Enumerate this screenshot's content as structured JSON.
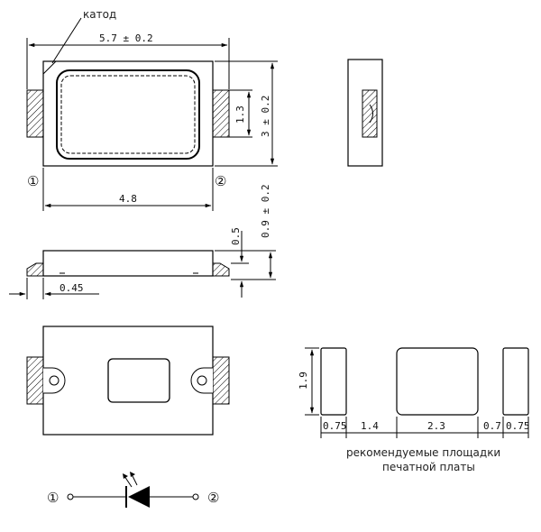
{
  "labels": {
    "cathode": "катод",
    "pcb_pads_line1": "рекомендуемые площадки",
    "pcb_pads_line2": "печатной платы",
    "pin1": "①",
    "pin2": "②"
  },
  "dimensions": {
    "length": "5.7 ± 0.2",
    "width": "3 ± 0.2",
    "lens_height": "1.3",
    "pad_span": "4.8",
    "height": "0.9 ± 0.2",
    "lead_thickness": "0.5",
    "lead_offset": "0.45",
    "pad_height": "1.9",
    "pad_w1": "0.75",
    "gap1": "1.4",
    "center": "2.3",
    "gap2": "0.7",
    "pad_w2": "0.75"
  },
  "colors": {
    "line": "#000000",
    "paper": "#ffffff"
  }
}
